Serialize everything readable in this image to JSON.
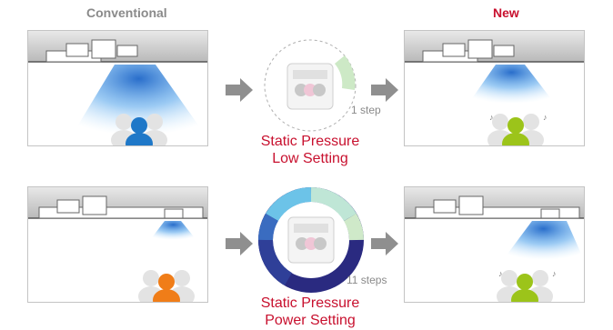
{
  "headers": {
    "conventional": "Conventional",
    "new": "New"
  },
  "rows": [
    {
      "steps_label": "1 step",
      "caption_line1": "Static Pressure",
      "caption_line2": "Low Setting"
    },
    {
      "steps_label": "11 steps",
      "caption_line1": "Static Pressure",
      "caption_line2": "Power Setting"
    }
  ],
  "colors": {
    "accent": "#c8102e",
    "person_blue": "#1f78c8",
    "person_orange": "#f07d18",
    "person_green": "#9cc41a",
    "airflow": "#3a8fd8"
  }
}
